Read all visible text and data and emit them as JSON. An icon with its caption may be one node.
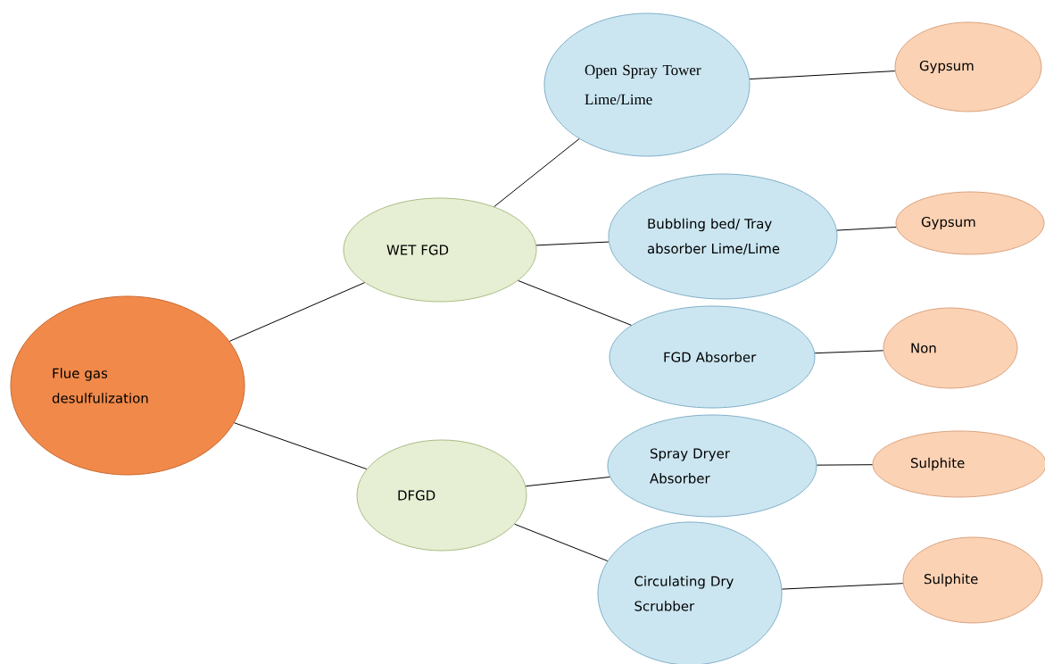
{
  "diagram": {
    "nodes": [
      {
        "text": [
          "Flue gas desulfulization"
        ]
      },
      {
        "text": [
          "WET FGD"
        ]
      },
      {
        "text": [
          "DFGD"
        ]
      },
      {
        "text": [
          "Open Spray Tower Lime/Lime"
        ]
      },
      {
        "text": [
          "Bubbling bed/ Tray absorber Lime/Lime"
        ]
      },
      {
        "text": [
          "FGD Absorber"
        ]
      },
      {
        "text": [
          "Spray Dryer Absorber"
        ]
      },
      {
        "text": [
          "Circulating Dry Scrubber"
        ]
      },
      {
        "text": [
          "Gypsum"
        ]
      },
      {
        "text": [
          "Gypsum"
        ]
      },
      {
        "text": [
          "Non"
        ]
      },
      {
        "text": [
          "Sulphite"
        ]
      },
      {
        "text": [
          "Sulphite"
        ]
      }
    ],
    "edges": [
      {
        "from": 0,
        "to": 1,
        "arrow": "none"
      },
      {
        "from": 0,
        "to": 2,
        "arrow": "none"
      },
      {
        "from": 1,
        "to": 3,
        "arrow": "none"
      },
      {
        "from": 1,
        "to": 4,
        "arrow": "none"
      },
      {
        "from": 1,
        "to": 5,
        "arrow": "none"
      },
      {
        "from": 2,
        "to": 6,
        "arrow": "none"
      },
      {
        "from": 2,
        "to": 7,
        "arrow": "none"
      },
      {
        "from": 3,
        "to": 8,
        "arrow": "none"
      },
      {
        "from": 4,
        "to": 9,
        "arrow": "none"
      },
      {
        "from": 5,
        "to": 10,
        "arrow": "none"
      },
      {
        "from": 6,
        "to": 11,
        "arrow": "none"
      },
      {
        "from": 7,
        "to": 12,
        "arrow": "none"
      }
    ]
  }
}
